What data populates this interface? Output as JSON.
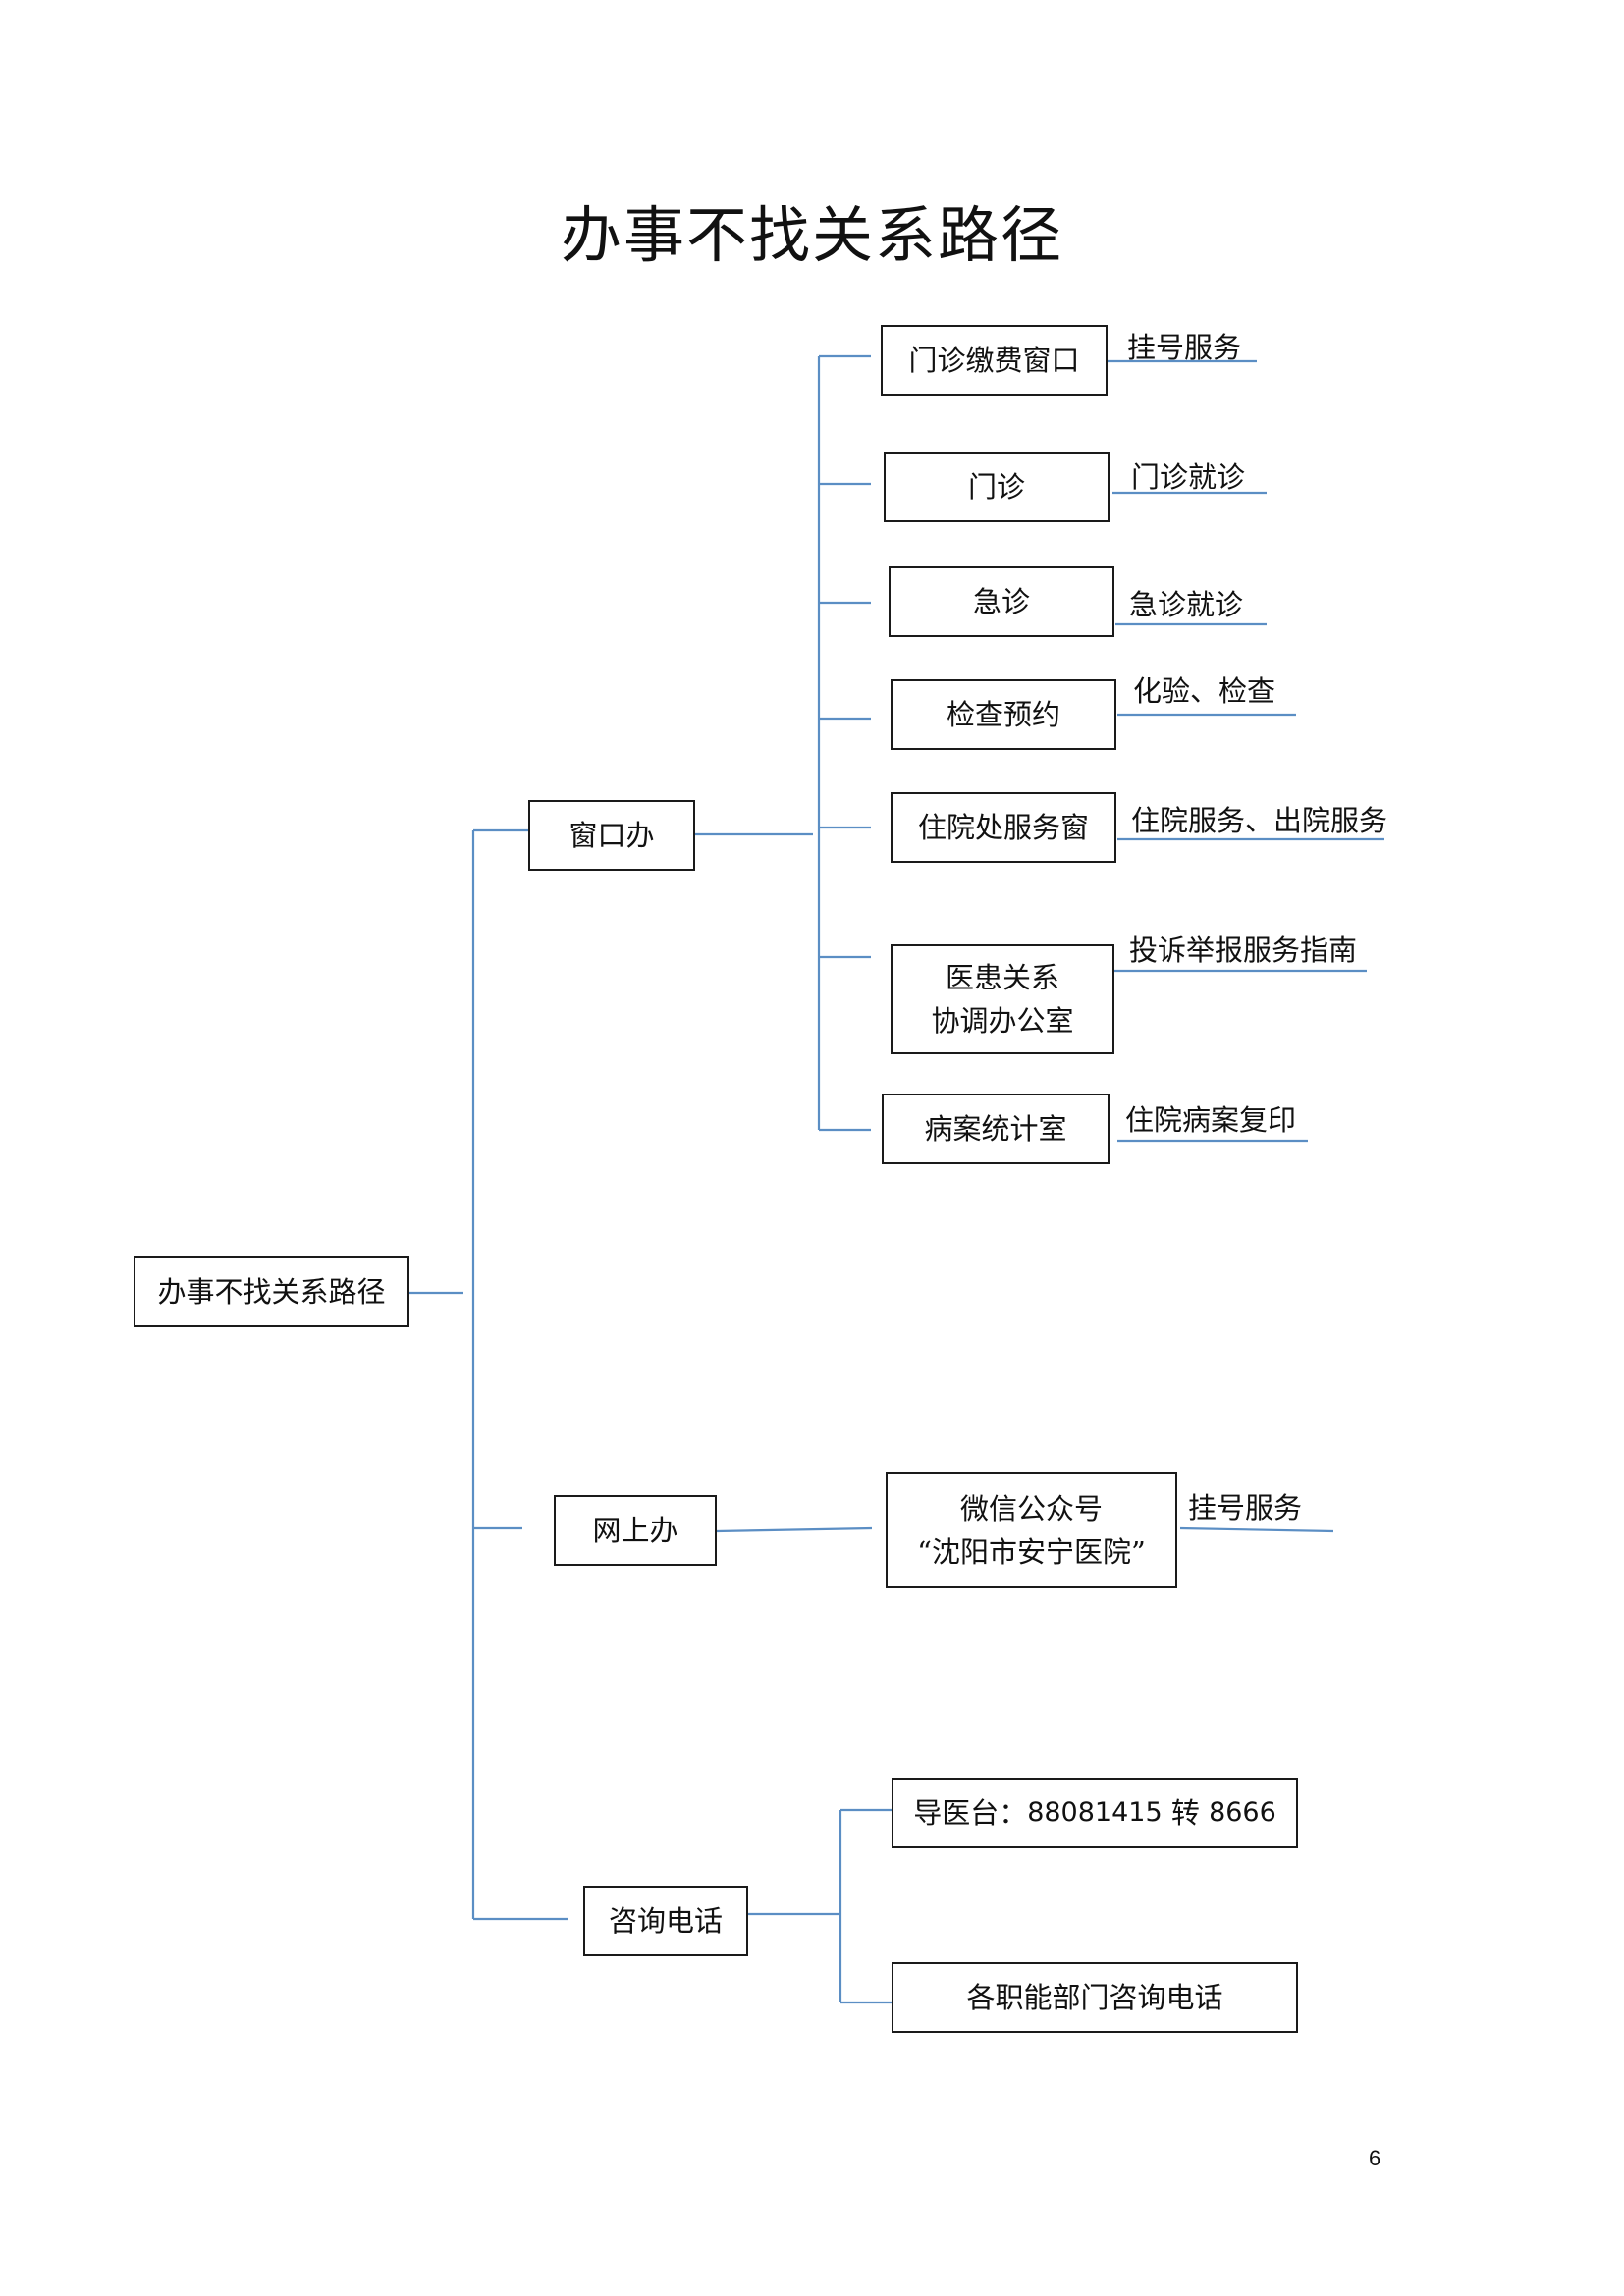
{
  "title": "办事不找关系路径",
  "root": {
    "label": "办事不找关系路径"
  },
  "branches": [
    {
      "label": "窗口办",
      "children": [
        {
          "label": "门诊缴费窗口",
          "note": "挂号服务"
        },
        {
          "label": "门诊",
          "note": "门诊就诊"
        },
        {
          "label": "急诊",
          "note": "急诊就诊"
        },
        {
          "label": "检查预约",
          "note": "化验、检查"
        },
        {
          "label": "住院处服务窗",
          "note": "住院服务、出院服务"
        },
        {
          "lines": [
            "医患关系",
            "协调办公室"
          ],
          "note": "投诉举报服务指南"
        },
        {
          "label": "病案统计室",
          "note": "住院病案复印"
        }
      ]
    },
    {
      "label": "网上办",
      "children": [
        {
          "lines": [
            "微信公众号",
            "“沈阳市安宁医院”"
          ],
          "note": "挂号服务"
        }
      ]
    },
    {
      "label": "咨询电话",
      "children": [
        {
          "prefix": "导医台：",
          "number": "88081415",
          "mid": " 转 ",
          "ext": "8666"
        },
        {
          "label": "各职能部门咨询电话"
        }
      ]
    }
  ],
  "page_number": "6",
  "colors": {
    "connector": "#5b8ec4",
    "box_border": "#1a1a1a"
  }
}
